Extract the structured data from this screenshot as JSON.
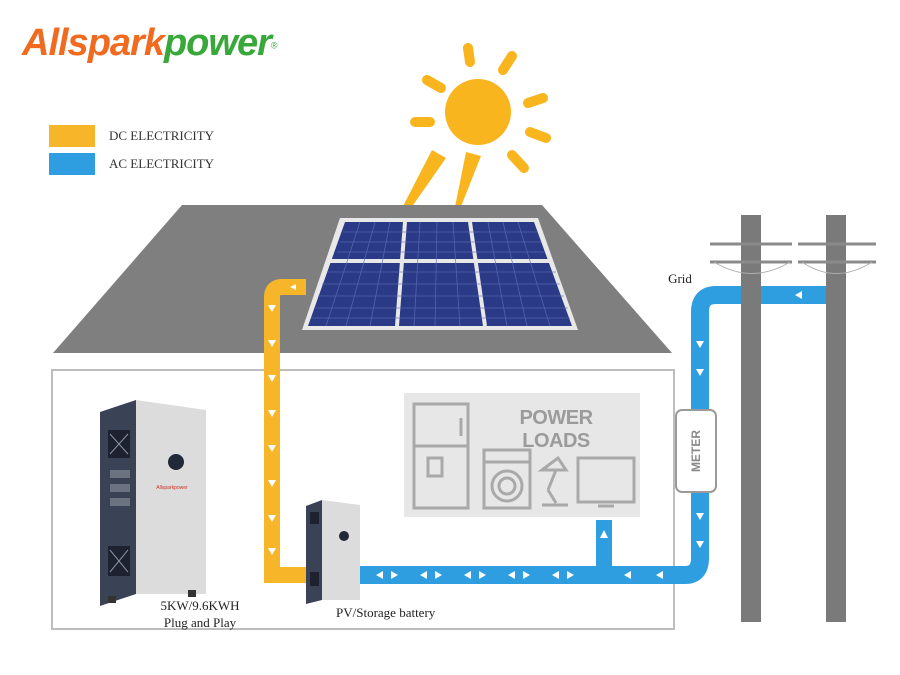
{
  "logo": {
    "text_orange": "Allspark",
    "text_green": "power",
    "mark": "®"
  },
  "legend": [
    {
      "label": "DC ELECTRICITY",
      "color": "#f7b52a"
    },
    {
      "label": "AC ELECTRICITY",
      "color": "#2f9ee0"
    }
  ],
  "labels": {
    "grid": "Grid",
    "power_loads": "POWER LOADS",
    "meter": "METER",
    "inverter_line1": "5KW/9.6KWH",
    "inverter_line2": "Plug and Play",
    "battery": "PV/Storage battery",
    "device_brand": "Allsparkpower"
  },
  "colors": {
    "dc": "#f7b52a",
    "ac": "#2f9ee0",
    "sun": "#f9b51e",
    "roof": "#808080",
    "panel": "#2a3a8c",
    "logo_orange": "#f06a1f",
    "logo_green": "#38a83a"
  }
}
